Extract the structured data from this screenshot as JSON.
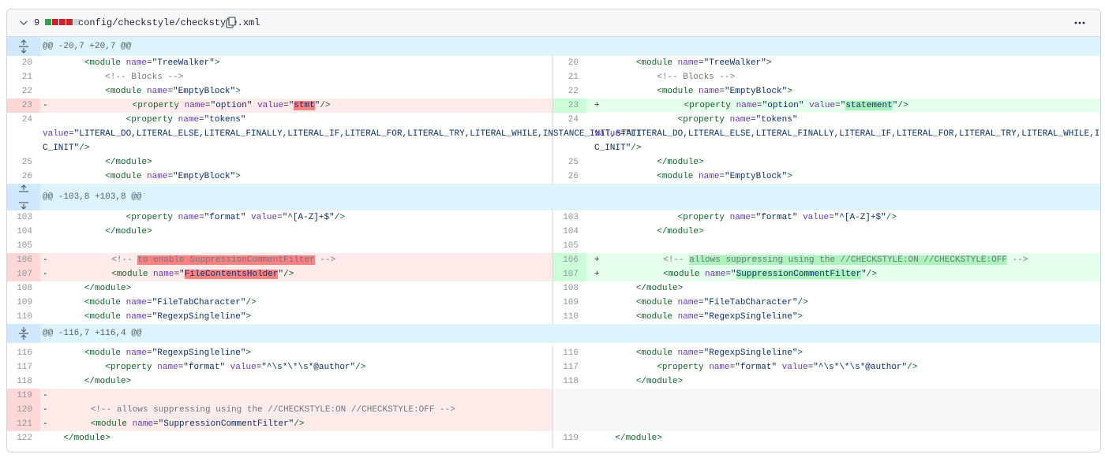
{
  "file": {
    "change_count": "9",
    "name": "config/checkstyle/checkstyle.xml",
    "colors": {
      "added": "#2da44e",
      "deleted": "#cf222e",
      "neutral": "#d0d7de"
    },
    "diffstat": [
      "added",
      "deleted",
      "deleted",
      "deleted",
      "neutral"
    ],
    "icons": {
      "collapse": "chevron-down-icon",
      "copy": "copy-icon",
      "more": "kebab-horizontal-icon",
      "expand": "unfold-icon"
    }
  },
  "hunks": {
    "h1": "@@ -20,7 +20,7 @@",
    "h2": "@@ -103,8 +103,8 @@",
    "h3": "@@ -116,7 +116,4 @@"
  },
  "lines": {
    "l20": "20",
    "r20": "20",
    "l21": "21",
    "r21": "21",
    "l22": "22",
    "r22": "22",
    "l23": "23",
    "r23": "23",
    "l24": "24",
    "r24": "24",
    "l25": "25",
    "r25": "25",
    "l26": "26",
    "r26": "26",
    "l103": "103",
    "r103": "103",
    "l104": "104",
    "r104": "104",
    "l105": "105",
    "r105": "105",
    "l106": "106",
    "r106": "106",
    "l107": "107",
    "r107": "107",
    "l108": "108",
    "r108": "108",
    "l109": "109",
    "r109": "109",
    "l110": "110",
    "r110": "110",
    "l116": "116",
    "r116": "116",
    "l117": "117",
    "r117": "117",
    "l118": "118",
    "r118": "118",
    "l119": "119",
    "r119": "119",
    "l120": "120",
    "l121": "121",
    "l122": "122"
  },
  "signs": {
    "minus": "-",
    "plus": "+"
  },
  "code": {
    "treewalker": {
      "indent": "        ",
      "open": "<module ",
      "attr": "name",
      "eq": "=",
      "val": "\"TreeWalker\"",
      "close": ">"
    },
    "blocks": {
      "text": "            <!-- Blocks -->"
    },
    "emptyblock": {
      "indent": "            ",
      "open": "<module ",
      "attr": "name",
      "eq": "=",
      "val": "\"EmptyBlock\"",
      "close": ">"
    },
    "option_old": {
      "indent": "                ",
      "open": "<property ",
      "a1": "name",
      "eq1": "=",
      "v1": "\"option\"",
      "sp": " ",
      "a2": "value",
      "eq2": "=",
      "q1": "\"",
      "hl": "stmt",
      "q2": "\"",
      "close": "/>"
    },
    "option_new": {
      "indent": "                ",
      "open": "<property ",
      "a1": "name",
      "eq1": "=",
      "v1": "\"option\"",
      "sp": " ",
      "a2": "value",
      "eq2": "=",
      "q1": "\"",
      "hl": "statement",
      "q2": "\"",
      "close": "/>"
    },
    "tokens": {
      "indent": "                ",
      "open": "<property ",
      "attr": "name",
      "eq": "=",
      "val": "\"tokens\""
    },
    "tokens_value_1": {
      "a": "value",
      "eq": "=",
      "val": "\"LITERAL_DO,LITERAL_ELSE,LITERAL_FINALLY,LITERAL_IF,LITERAL_FOR,LITERAL_TRY,LITERAL_WHILE,INSTANCE_INIT,STATI"
    },
    "tokens_value_2": {
      "val": "C_INIT\"",
      "close": "/>"
    },
    "close_module_12": {
      "indent": "            ",
      "text": "</module>"
    },
    "format_az": {
      "indent": "                ",
      "open": "<property ",
      "a1": "name",
      "eq1": "=",
      "v1": "\"format\"",
      "sp": " ",
      "a2": "value",
      "eq2": "=",
      "v2": "\"^[A-Z]+$\"",
      "close": "/>"
    },
    "comment_old": {
      "indent": "            ",
      "pre": "<!-- ",
      "hl": "to enable SuppressionCommentFilter",
      "post": " -->"
    },
    "comment_new": {
      "indent": "            ",
      "pre": "<!-- ",
      "hl": "allows suppressing using the //CHECKSTYLE:ON //CHECKSTYLE:OFF",
      "post": " -->"
    },
    "fch_old": {
      "indent": "            ",
      "open": "<module ",
      "attr": "name",
      "eq": "=",
      "q1": "\"",
      "hl": "FileContentsHolder",
      "q2": "\"",
      "close": "/>"
    },
    "fch_new": {
      "indent": "            ",
      "open": "<module ",
      "attr": "name",
      "eq": "=",
      "q1": "\"",
      "hl": "SuppressionCommentFilter",
      "q2": "\"",
      "close": "/>"
    },
    "close_module_8": {
      "indent": "        ",
      "text": "</module>"
    },
    "filetab": {
      "indent": "        ",
      "open": "<module ",
      "attr": "name",
      "eq": "=",
      "val": "\"FileTabCharacter\"",
      "close": "/>"
    },
    "regexp": {
      "indent": "        ",
      "open": "<module ",
      "attr": "name",
      "eq": "=",
      "val": "\"RegexpSingleline\"",
      "close": ">"
    },
    "author": {
      "indent": "            ",
      "open": "<property ",
      "a1": "name",
      "eq1": "=",
      "v1": "\"format\"",
      "sp": " ",
      "a2": "value",
      "eq2": "=",
      "v2": "\"^\\s*\\*\\s*@author\"",
      "close": "/>"
    },
    "comment_del": {
      "indent": "        ",
      "text": "<!-- allows suppressing using the //CHECKSTYLE:ON //CHECKSTYLE:OFF -->"
    },
    "scf": {
      "indent": "        ",
      "open": "<module ",
      "attr": "name",
      "eq": "=",
      "val": "\"SuppressionCommentFilter\"",
      "close": "/>"
    },
    "close_module_4": {
      "indent": "    ",
      "text": "</module>"
    }
  }
}
